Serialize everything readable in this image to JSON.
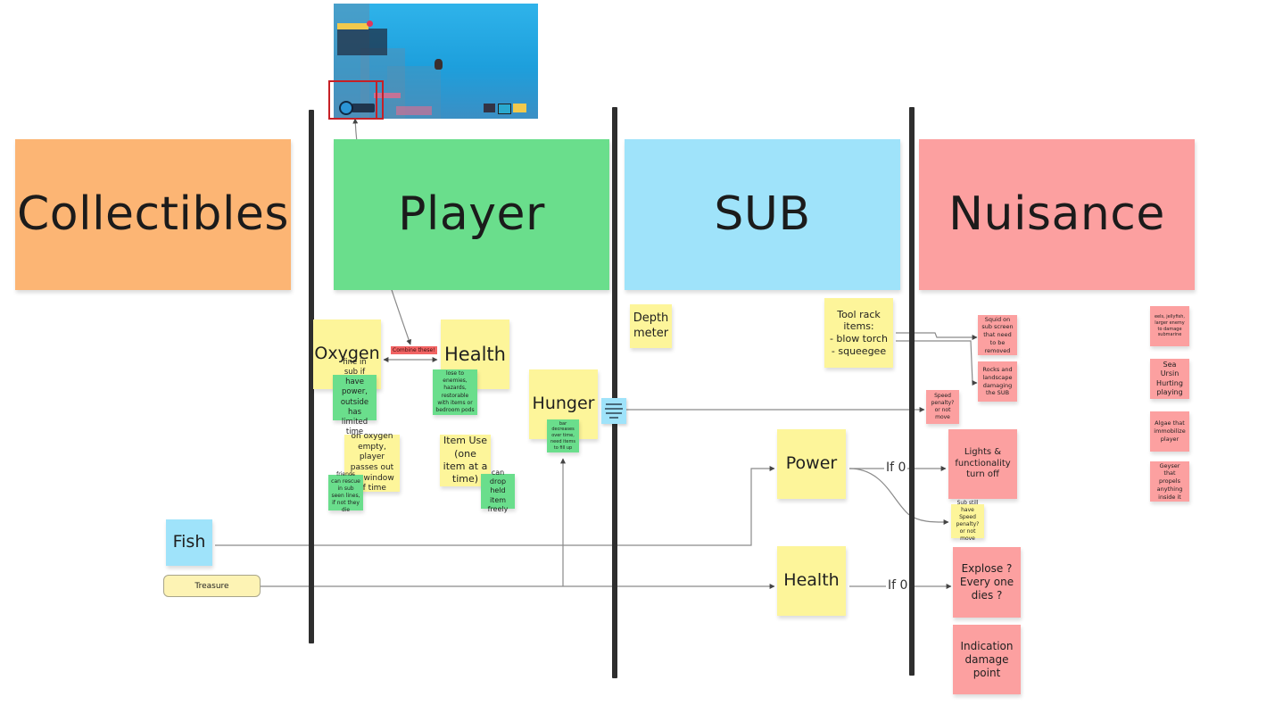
{
  "board": {
    "screenshot": {
      "name": "game-screenshot-thumbnail",
      "highlight": "oxygen-hud-indicator"
    },
    "columns": [
      {
        "id": "collectibles",
        "label": "Collectibles",
        "color": "#fcb574"
      },
      {
        "id": "player",
        "label": "Player",
        "color": "#6ade8c"
      },
      {
        "id": "sub",
        "label": "SUB",
        "color": "#9fe3fa"
      },
      {
        "id": "nuisance",
        "label": "Nuisance",
        "color": "#fca0a0"
      }
    ],
    "collectibles": {
      "fish": "Fish",
      "treasure": "Treasure"
    },
    "player": {
      "oxygen": "Oxygen",
      "oxygen_note": "fine in sub if have power, outside has limited time",
      "combine_label": "Combine these!",
      "health": "Health",
      "health_note": "lose to enemies, hazards, restorable with items or bedroom pods",
      "oxygen_empty": "on oxygen empty, player passes out for window of time",
      "friends_note": "friends can rescue in sub seen lines, if not they die",
      "item_use": "Item Use (one item at a time)",
      "drop_note": "can drop held item freely",
      "hunger": "Hunger",
      "hunger_note": "bar decreases over time, need items to fill up"
    },
    "sub": {
      "depth_meter": "Depth meter",
      "tool_rack": "Tool rack items:\n- blow torch\n- squeegee",
      "power": "Power",
      "health": "Health",
      "if0_power": "If 0",
      "if0_health": "If 0"
    },
    "nuisance": {
      "squid": "Squid on sub screen that need to be removed",
      "rocks": "Rocks and landscape damaging the SUB",
      "speed_penalty": "Speed penalty? or not move",
      "lights_off": "Lights & functionality turn off",
      "sub_speed": "Sub still have Speed penalty? or not move",
      "explode": "Explose ? Every one dies ?",
      "indication": "Indication damage point",
      "enemy": "eels, jellyfish, larger enemy to damage submarine",
      "sea_ursin": "Sea Ursin Hurting playing",
      "algae": "Algae that immobilize player",
      "geyser": "Geyser that propels anything inside it"
    },
    "icons": {
      "list_icon": "text-lines-icon"
    }
  }
}
